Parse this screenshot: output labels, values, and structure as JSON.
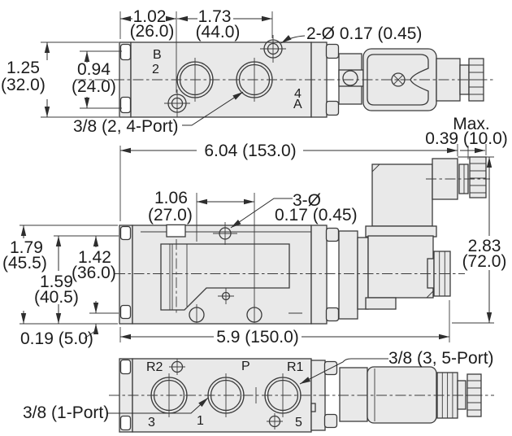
{
  "colors": {
    "line": "#3b3b3b",
    "body_fill": "#e9e9e9",
    "background": "#ffffff",
    "text": "#1c1c1c"
  },
  "top": {
    "dim_width_left": "1.02",
    "dim_width_left_mm": "(26.0)",
    "dim_width_right": "1.73",
    "dim_width_right_mm": "(44.0)",
    "dim_height": "1.25",
    "dim_height_mm": "(32.0)",
    "dim_inner_height": "0.94",
    "dim_inner_height_mm": "(24.0)",
    "hole_note": "2-Ø 0.17 (0.45)",
    "port_note": "3/8 (2, 4-Port)",
    "label_b": "B",
    "label_2": "2",
    "label_4": "4",
    "label_a": "A"
  },
  "middle": {
    "dim_total_length": "6.04 (153.0)",
    "max_label": "Max.",
    "dim_knob": "0.39 (10.0)",
    "dim_hole_spacing": "1.06",
    "dim_hole_spacing_mm": "(27.0)",
    "hole_note_line1": "3-Ø",
    "hole_note_line2": "0.17 (0.45)",
    "dim_height_total": "1.79",
    "dim_height_total_mm": "(45.5)",
    "dim_height_mid": "1.59",
    "dim_height_mid_mm": "(40.5)",
    "dim_height_inner": "1.42",
    "dim_height_inner_mm": "(36.0)",
    "dim_base": "0.19 (5.0)",
    "dim_body_length": "5.9 (150.0)",
    "dim_solenoid_height": "2.83",
    "dim_solenoid_height_mm": "(72.0)"
  },
  "bottom": {
    "label_r2": "R2",
    "label_p": "P",
    "label_r1": "R1",
    "label_3": "3",
    "label_1": "1",
    "label_5": "5",
    "port1_note": "3/8 (1-Port)",
    "port35_note": "3/8 (3, 5-Port)"
  }
}
